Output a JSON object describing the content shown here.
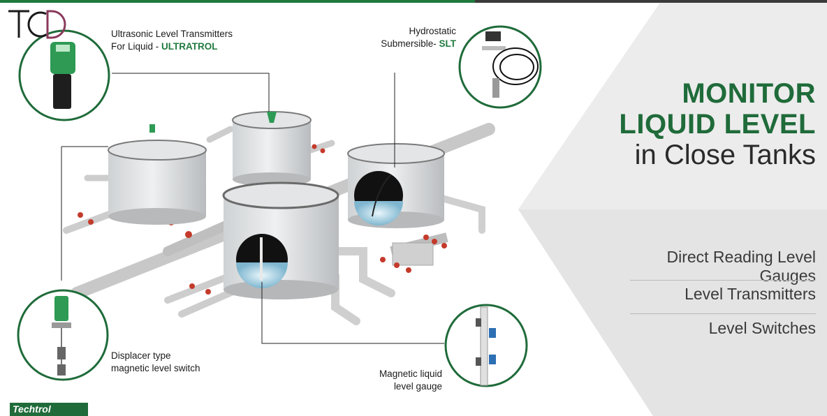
{
  "logo": {
    "tcd_text": "TCD",
    "brand_text": "Techtrol"
  },
  "headline": {
    "line1": "MONITOR",
    "line2": "LIQUID LEVEL",
    "line3": "in Close Tanks"
  },
  "menu": {
    "items": [
      "Direct Reading Level Gauges",
      "Level Transmitters",
      "Level Switches"
    ]
  },
  "callouts": {
    "ultrasonic": {
      "line1": "Ultrasonic Level Transmitters",
      "line2_prefix": "For Liquid - ",
      "line2_accent": "ULTRATROL"
    },
    "hydrostatic": {
      "line1": "Hydrostatic",
      "line2_prefix": "Submersible- ",
      "line2_accent": "SLT"
    },
    "displacer": {
      "line1": "Displacer type",
      "line2": "magnetic level switch"
    },
    "magnetic_gauge": {
      "line1": "Magnetic liquid",
      "line2": "level gauge"
    }
  },
  "colors": {
    "brand_green": "#1f7a3e",
    "dark_green": "#1f6b3a",
    "panel_gray": "#e6e6e6",
    "text_dark": "#2a2a2a"
  }
}
